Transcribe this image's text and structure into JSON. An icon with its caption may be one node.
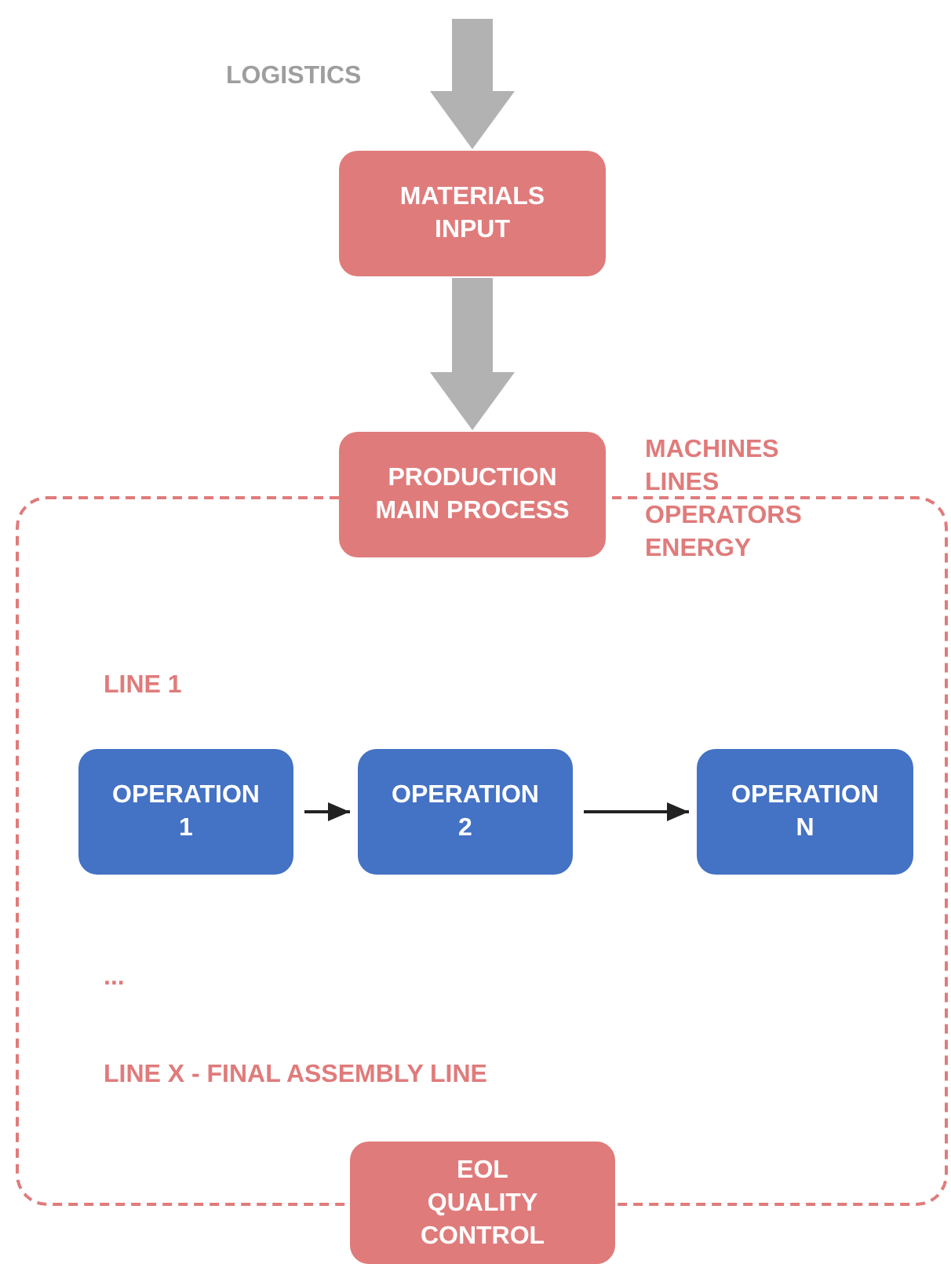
{
  "diagram": {
    "nodes": [
      {
        "text": [
          "MATERIALS INPUT"
        ]
      },
      {
        "text": [
          "PRODUCTION MAIN PROCESS"
        ],
        "beside": [
          "MACHINES LINES OPERATORS ENERGY"
        ]
      },
      {
        "text": [],
        "shape": "box"
      },
      {
        "text": [
          "OPERATION 1"
        ],
        "in": 2
      },
      {
        "text": [
          "OPERATION 2"
        ],
        "in": 2
      },
      {
        "text": [
          "OPERATION N"
        ],
        "in": 2
      },
      {
        "text": [
          "EOL QUALITY CONTROL"
        ]
      }
    ],
    "edges": [
      {
        "from": null,
        "to": 0,
        "arrow": "to",
        "label": "LOGISTICS",
        "style": "thick",
        "color": "#b1b2b1"
      },
      {
        "from": 0,
        "to": 1,
        "arrow": "to",
        "style": "thick",
        "color": "#b1b2b1"
      },
      {
        "from": 3,
        "to": 4,
        "arrow": "to",
        "color": "#222222"
      },
      {
        "from": 4,
        "to": 5,
        "arrow": "to",
        "color": "#222222"
      }
    ],
    "labels": [
      "LINE 1",
      "...",
      "LINE X - FINAL ASSEMBLY LINE"
    ]
  }
}
